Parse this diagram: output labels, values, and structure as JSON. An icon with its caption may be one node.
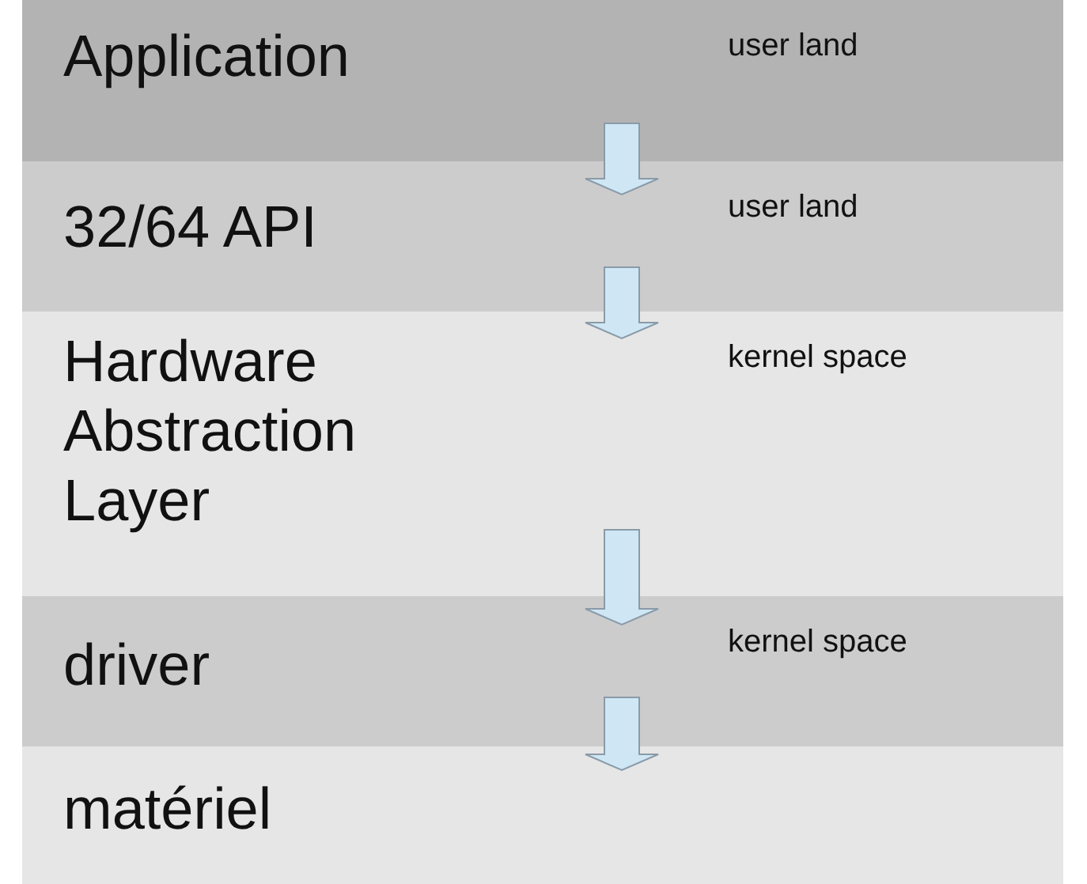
{
  "diagram": {
    "nodes": [
      {
        "text": [
          "Application",
          "user land"
        ]
      },
      {
        "text": [
          "32/64 API",
          "user land"
        ]
      },
      {
        "text": [
          "Hardware Abstraction Layer",
          "kernel space"
        ]
      },
      {
        "text": [
          "driver",
          "kernel space"
        ]
      },
      {
        "text": [
          "matériel"
        ]
      }
    ],
    "edges": [
      {
        "from": 0,
        "to": 1,
        "arrow": "to"
      },
      {
        "from": 1,
        "to": 2,
        "arrow": "to"
      },
      {
        "from": 2,
        "to": 3,
        "arrow": "to"
      },
      {
        "from": 3,
        "to": 4,
        "arrow": "to"
      }
    ]
  }
}
